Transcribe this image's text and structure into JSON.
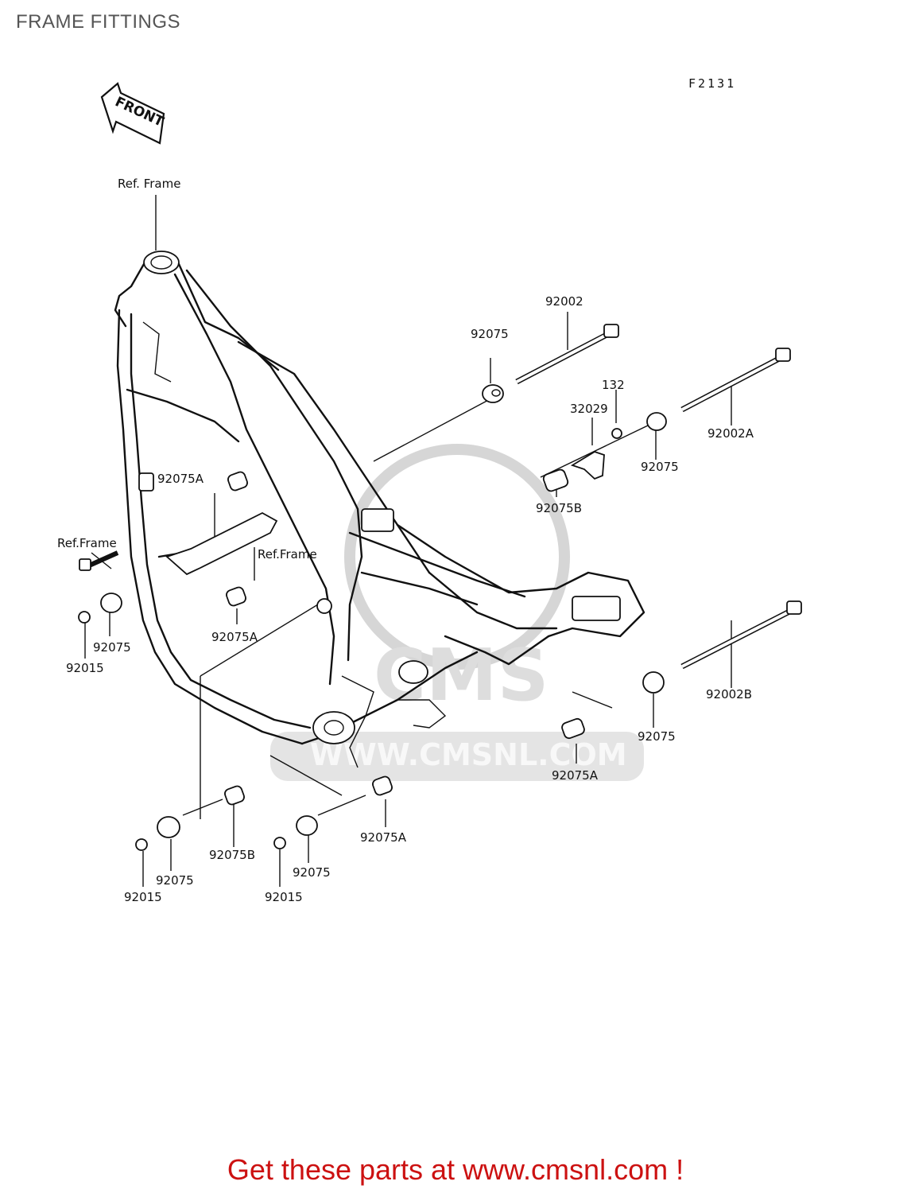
{
  "header": {
    "title": "FRAME FITTINGS",
    "diagram_id": "F2131"
  },
  "front_arrow": {
    "label": "FRONT"
  },
  "references": {
    "ref_frame_top": "Ref. Frame",
    "ref_frame_left": "Ref.Frame",
    "ref_frame_mid": "Ref.Frame"
  },
  "parts": {
    "p92002": "92002",
    "p92002A": "92002A",
    "p92002B": "92002B",
    "p92075_top": "92075",
    "p92075_right": "92075",
    "p92075_left": "92075",
    "p92075_lower_right": "92075",
    "p92075_bottom_left": "92075",
    "p92075_bottom_mid": "92075",
    "p132": "132",
    "p32029": "32029",
    "p92075A_upper": "92075A",
    "p92075A_mid": "92075A",
    "p92075A_right": "92075A",
    "p92075A_bottom": "92075A",
    "p92075B_right": "92075B",
    "p92075B_bottom": "92075B",
    "p92015_left": "92015",
    "p92015_bottom_left": "92015",
    "p92015_bottom_mid": "92015"
  },
  "watermark": {
    "text": "WWW.CMSNL.COM",
    "brand": "CMS"
  },
  "footer": {
    "text": "Get these parts at www.cmsnl.com !"
  },
  "colors": {
    "footer_text": "#cc1111",
    "line_art": "#111111",
    "watermark": "#d6d6d6",
    "title": "#555555"
  }
}
